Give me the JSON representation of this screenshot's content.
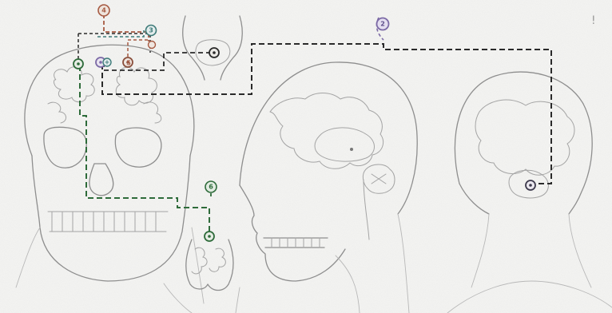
{
  "colors": {
    "paper": "#f4f4f2",
    "pencil": "#8e8e8e",
    "black_route": "#2a2a2a",
    "green_route": "#2e6b3a",
    "red_route": "#a65a42",
    "teal_route": "#3d7a78",
    "purple_marker": "#7c6aa6"
  },
  "markers": [
    {
      "label": "4",
      "color": "#a65a42",
      "icon": "numbered-circle"
    },
    {
      "label": "3",
      "color": "#3d7a78",
      "icon": "numbered-circle"
    },
    {
      "label": "2",
      "color": "#7c6aa6",
      "icon": "numbered-circle"
    },
    {
      "label": "6",
      "color": "#2e6b3a",
      "icon": "numbered-circle"
    },
    {
      "label": "5",
      "color": "#a65a42",
      "icon": "numbered-circle"
    },
    {
      "label": "+",
      "color": "#3d7a78",
      "icon": "plus-circle"
    }
  ],
  "edge_mark": "!"
}
